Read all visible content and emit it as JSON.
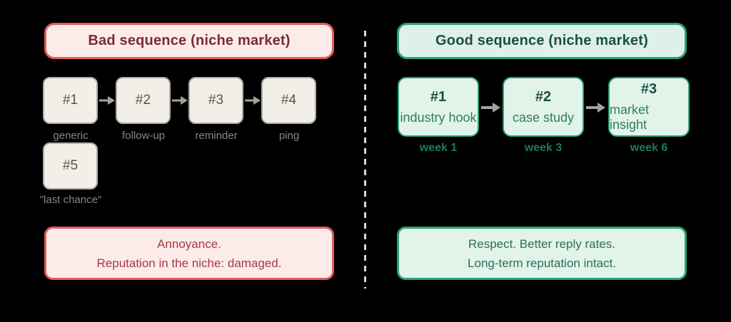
{
  "colors": {
    "canvas_bg": "#000000",
    "divider_color": "#d8d8d8",
    "bad_accent": "#e05c5c",
    "bad_fill": "#fcebe9",
    "bad_title_text": "#7b2b35",
    "bad_outcome_text": "#a43d42",
    "step_fill": "#f1efe7",
    "step_border": "#b0ada3",
    "step_id_text": "#57544e",
    "step_label_text": "#8a8781",
    "arrow_gray": "#a3a29c",
    "good_accent": "#2aa274",
    "good_fill": "#def1e9",
    "good_step_fill": "#e2f3ea",
    "good_title_text": "#1c4f41",
    "good_label_text": "#2e7d62",
    "week_text": "#1e7a5e",
    "good_outcome_text": "#2c6e5a"
  },
  "bad": {
    "title": "Bad sequence (niche market)",
    "steps": [
      {
        "id": "#1",
        "label": "generic"
      },
      {
        "id": "#2",
        "label": "follow-up"
      },
      {
        "id": "#3",
        "label": "reminder"
      },
      {
        "id": "#4",
        "label": "ping"
      },
      {
        "id": "#5",
        "label": "\"last chance\""
      }
    ],
    "outcome_line1": "Annoyance.",
    "outcome_line2": "Reputation in the niche: damaged."
  },
  "good": {
    "title": "Good sequence (niche market)",
    "steps": [
      {
        "id": "#1",
        "label": "industry hook",
        "week": "week 1"
      },
      {
        "id": "#2",
        "label": "case study",
        "week": "week 3"
      },
      {
        "id": "#3",
        "label": "market insight",
        "week": "week 6"
      }
    ],
    "outcome_line1": "Respect. Better reply rates.",
    "outcome_line2": "Long-term reputation intact."
  }
}
